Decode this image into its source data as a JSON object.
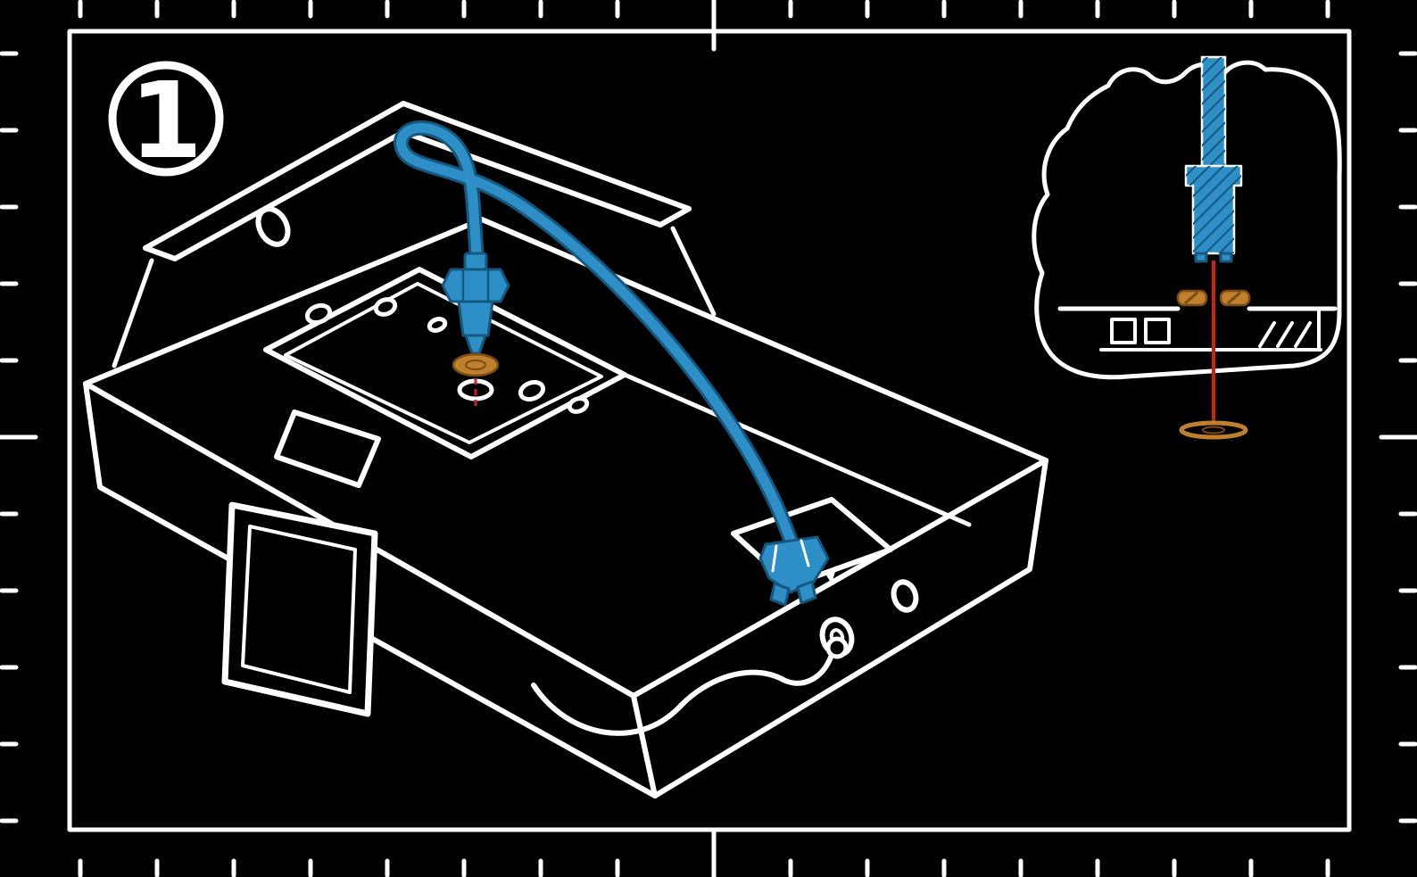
{
  "document": {
    "kind": "assembly-step-diagram",
    "background": "#000000"
  },
  "step": {
    "number": "1"
  },
  "colors": {
    "line": "#ffffff",
    "background": "#000000",
    "tube": "#2e8fc6",
    "tube_dark": "#14577f",
    "washer": "#c07f2c",
    "washer_dark": "#7a4d14",
    "guide": "#c3241e"
  },
  "parts": {
    "step_indicator": "step-1-badge",
    "machine": "device-isometric-outline",
    "tube": "blue-flexible-tube",
    "top_fitting": "tube-compression-fitting",
    "washer": "sealing-washer",
    "guide_line": "insertion-guide-line",
    "elbow_fitting": "tube-elbow-fitting",
    "inset": "fitting-cross-section-detail"
  }
}
